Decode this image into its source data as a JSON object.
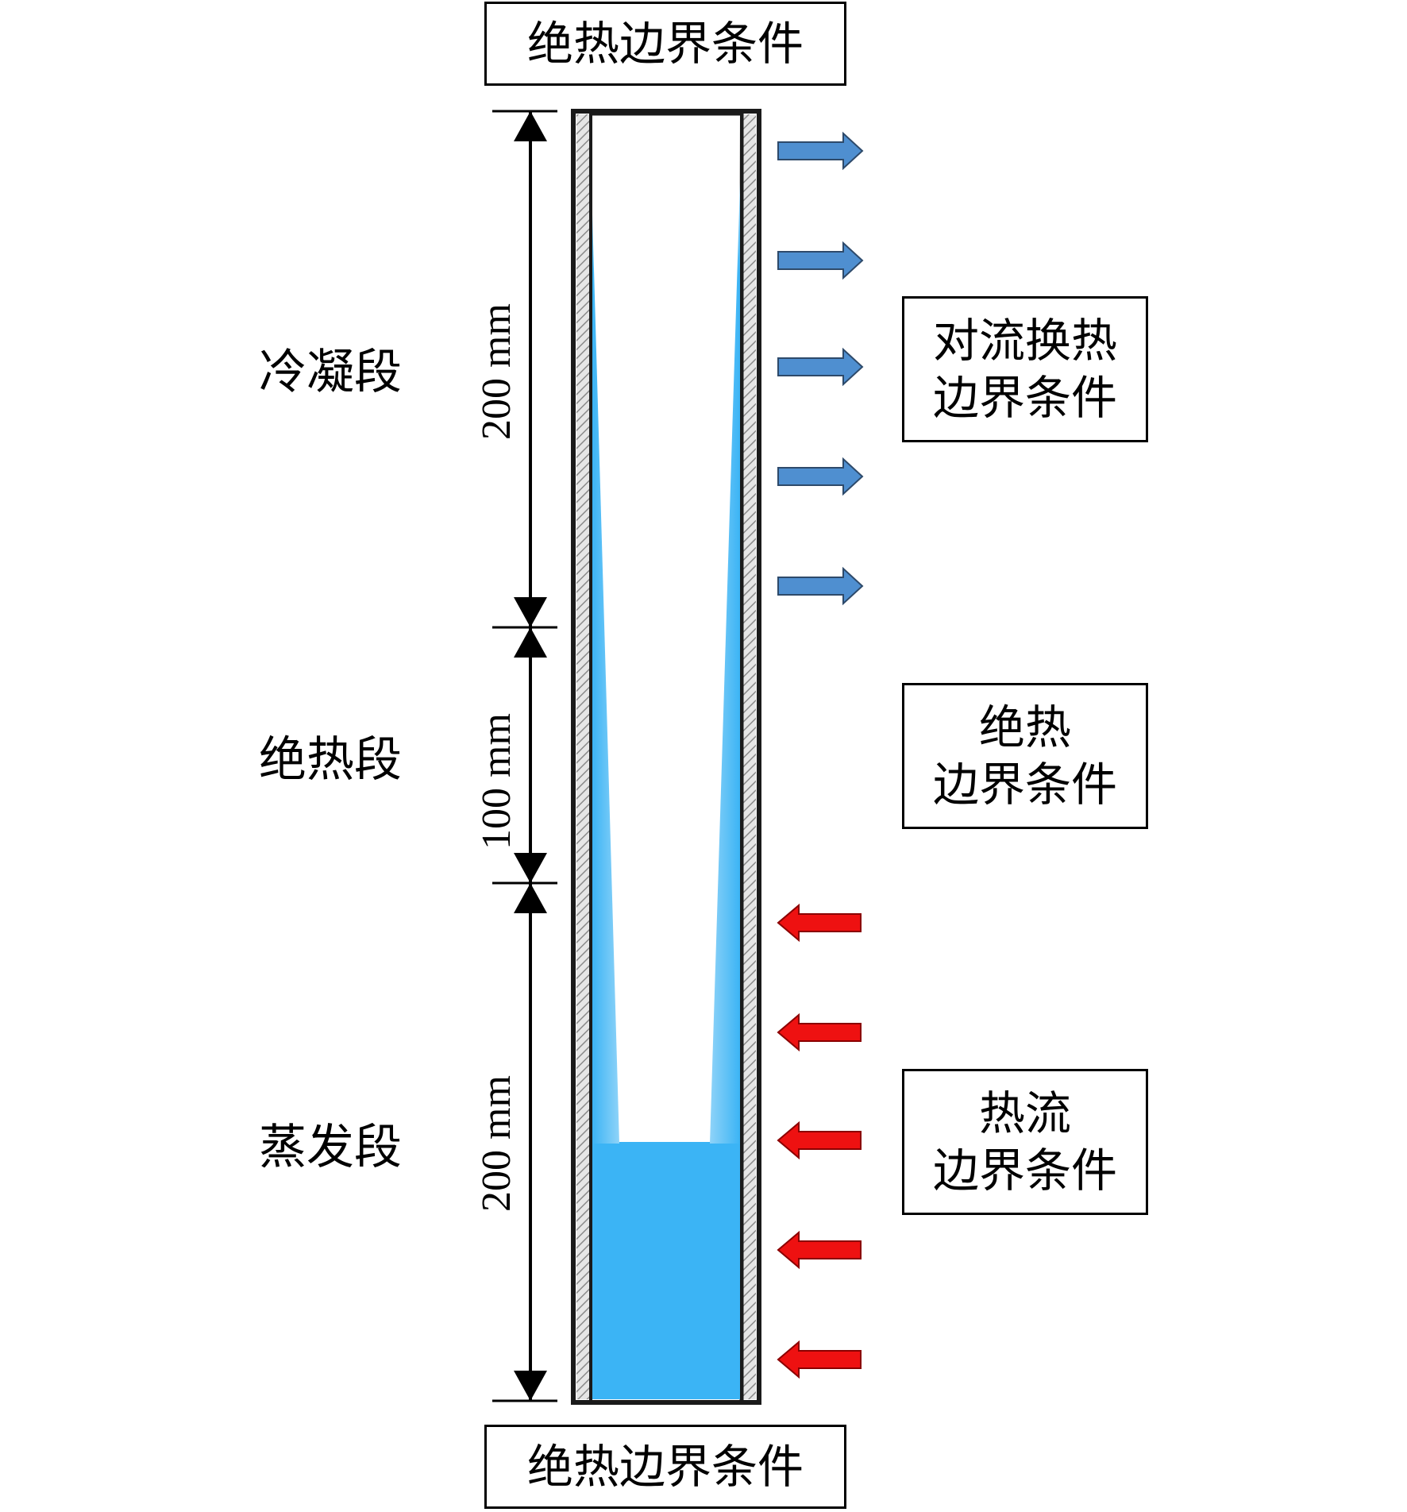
{
  "top_boundary": {
    "text": "绝热边界条件"
  },
  "bottom_boundary": {
    "text": "绝热边界条件"
  },
  "sections": {
    "condenser": {
      "label": "冷凝段",
      "length": "200 mm"
    },
    "adiabatic": {
      "label": "绝热段",
      "length": "100 mm"
    },
    "evaporator": {
      "label": "蒸发段",
      "length": "200 mm"
    }
  },
  "side_boundaries": {
    "convection": {
      "line1": "对流换热",
      "line2": "边界条件"
    },
    "adiabatic": {
      "line1": "绝热",
      "line2": "边界条件"
    },
    "heat_flux": {
      "line1": "热流",
      "line2": "边界条件"
    }
  },
  "colors": {
    "liquid": "#3bb4f5",
    "liquid_light": "#a9dcf8",
    "outflow_arrow": "#4f8fd0",
    "inflow_arrow": "#ee1111",
    "wall": "#1a1a1a",
    "wick": "#d8d8d8"
  },
  "arrows": {
    "outflow_count": 5,
    "inflow_count": 5
  }
}
